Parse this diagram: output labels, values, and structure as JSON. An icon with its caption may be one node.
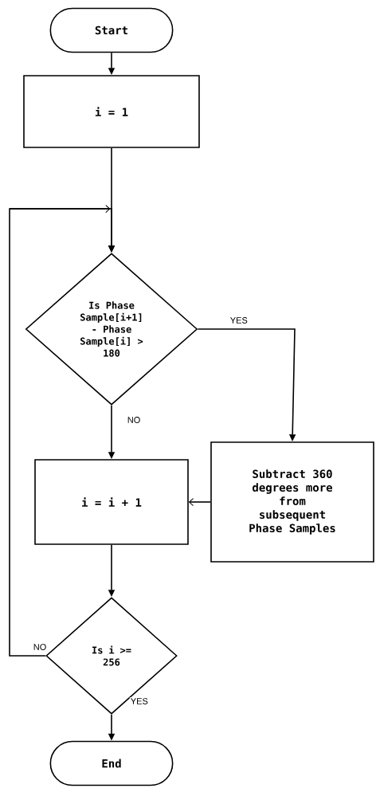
{
  "diagram": {
    "nodes": [
      {
        "text": [
          "Start"
        ]
      },
      {
        "text": [
          "i = 1"
        ]
      },
      {
        "text": [
          "Is Phase Sample[i+1] - Phase Sample[i] > 180"
        ]
      },
      {
        "text": [
          "Subtract 360 degrees more from subsequent Phase Samples"
        ]
      },
      {
        "text": [
          "i = i + 1"
        ]
      },
      {
        "text": [
          "Is i >= 256"
        ]
      },
      {
        "text": [
          "End"
        ]
      }
    ],
    "edges": [
      {
        "from": 0,
        "to": 1,
        "arrow": "to"
      },
      {
        "from": 1,
        "to": 2,
        "arrow": "to"
      },
      {
        "from": 2,
        "to": 3,
        "arrow": "to",
        "label": "YES"
      },
      {
        "from": 2,
        "to": 4,
        "arrow": "to",
        "label": "NO"
      },
      {
        "from": 3,
        "to": 4,
        "arrow": "to"
      },
      {
        "from": 4,
        "to": 5,
        "arrow": "to"
      },
      {
        "from": 5,
        "to": 2,
        "arrow": "to",
        "label": "NO"
      },
      {
        "from": 5,
        "to": 6,
        "arrow": "to",
        "label": "YES"
      }
    ]
  }
}
